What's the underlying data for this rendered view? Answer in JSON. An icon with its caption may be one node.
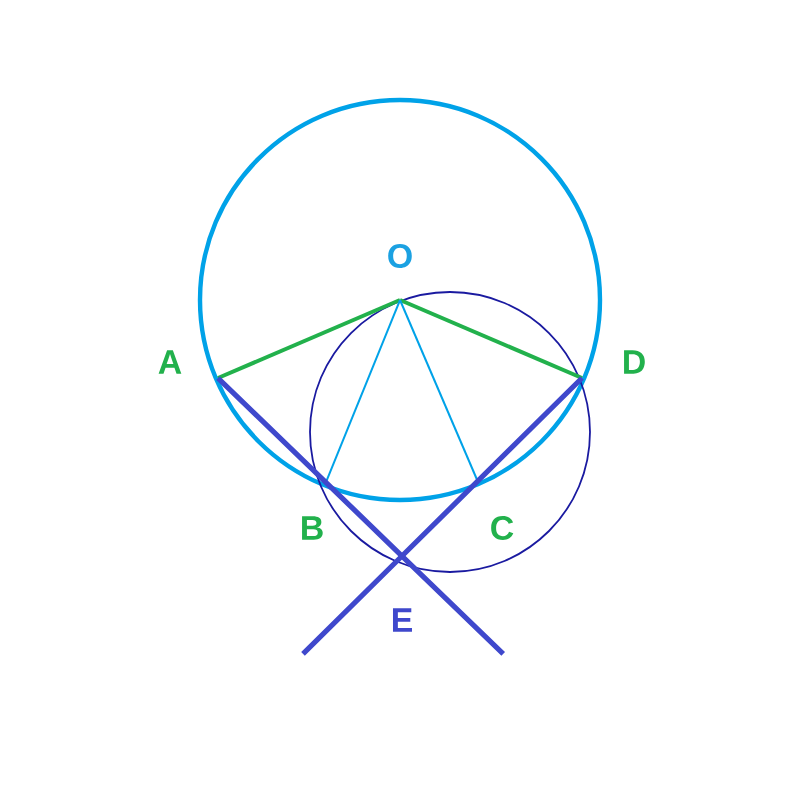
{
  "diagram": {
    "nodes": [
      {
        "text": [
          "O"
        ]
      },
      {
        "text": [
          "A"
        ]
      },
      {
        "text": [
          "B"
        ]
      },
      {
        "text": [
          "C"
        ]
      },
      {
        "text": [
          "D"
        ]
      },
      {
        "text": [
          "E"
        ]
      }
    ],
    "edges": [
      {
        "from": 0,
        "to": 1,
        "arrow": "none",
        "color": "#22b14c"
      },
      {
        "from": 0,
        "to": 4,
        "arrow": "none",
        "color": "#22b14c"
      },
      {
        "from": 0,
        "to": 2,
        "arrow": "none",
        "color": "#00a2e8"
      },
      {
        "from": 0,
        "to": 3,
        "arrow": "none",
        "color": "#00a2e8"
      },
      {
        "from": 1,
        "to": 5,
        "arrow": "none",
        "color": "#3f48cc"
      },
      {
        "from": 4,
        "to": 5,
        "arrow": "none",
        "color": "#3f48cc"
      }
    ]
  }
}
